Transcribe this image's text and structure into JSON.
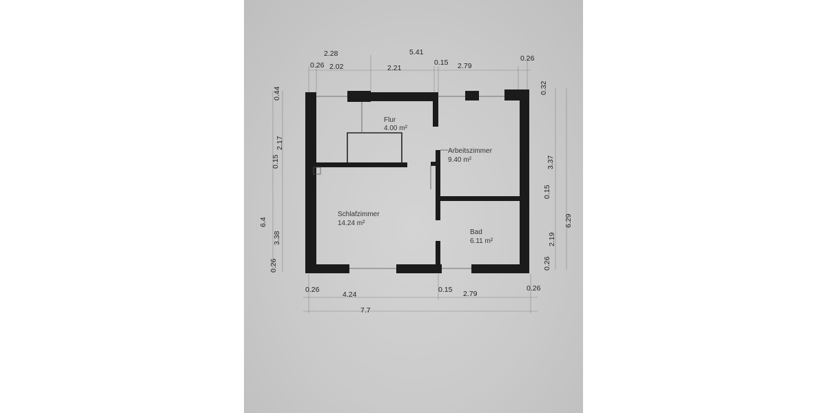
{
  "plan": {
    "rooms": [
      {
        "name": "Flur",
        "area": "4.00 m²"
      },
      {
        "name": "Arbeitszimmer",
        "area": "9.40 m²"
      },
      {
        "name": "Schlafzimmer",
        "area": "14.24 m²"
      },
      {
        "name": "Bad",
        "area": "6.11 m²"
      }
    ],
    "dimensions": {
      "top": {
        "outer_left": "2.28",
        "total_upper": "5.41",
        "wall_left": "0.26",
        "seg_a": "2.02",
        "seg_b": "2.21",
        "wall_mid": "0.15",
        "seg_c": "2.79",
        "wall_right": "0.26"
      },
      "left": {
        "wall_top": "0.44",
        "seg_a": "2.17",
        "wall_mid": "0.15",
        "total": "6.4",
        "seg_b": "3.38",
        "wall_bottom": "0.26"
      },
      "right": {
        "wall_top": "0.32",
        "seg_a": "3.37",
        "wall_mid": "0.15",
        "total": "6.29",
        "seg_b": "2.19",
        "wall_bottom": "0.26"
      },
      "bottom": {
        "wall_left": "0.26",
        "seg_a": "4.24",
        "wall_mid": "0.15",
        "seg_b": "2.79",
        "wall_right": "0.26",
        "total": "7.7"
      }
    },
    "colors": {
      "wall": "#1b1b1b",
      "paper": "#cacaca"
    }
  }
}
